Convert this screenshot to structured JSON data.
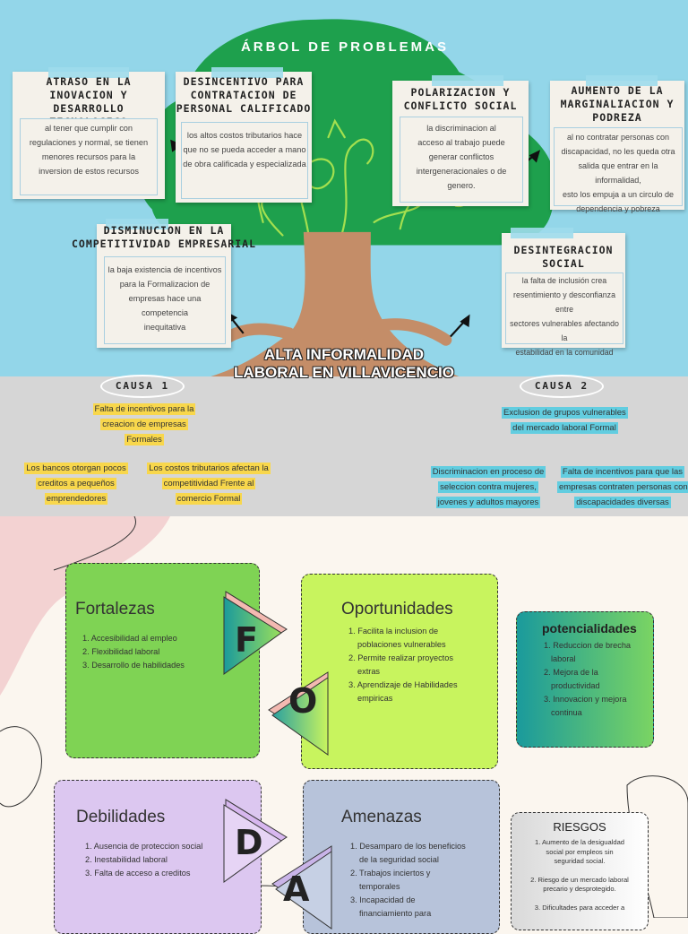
{
  "tree": {
    "title": "ÁRBOL DE PROBLEMAS",
    "headline_line1": "ALTA INFORMALIDAD",
    "headline_line2": "LABORAL EN VILLAVICENCIO",
    "notes": [
      {
        "heading": "ATRASO EN LA INOVACION Y DESARROLLO TECNOLOGICO",
        "lines": [
          "al tener que cumplir con",
          "regulaciones y normal, se tienen",
          "menores recursos para la",
          "inversion de estos recursos"
        ]
      },
      {
        "heading": "DESINCENTIVO PARA CONTRATACION DE PERSONAL CALIFICADO",
        "lines": [
          "los altos costos tributarios hace",
          "que no se pueda acceder a mano",
          "de obra calificada y especializada"
        ]
      },
      {
        "heading": "DISMINUCION EN LA COMPETITIVIDAD EMPRESARIAL",
        "lines": [
          "la baja existencia de incentivos",
          "para la Formalizacion de",
          "empresas hace una competencia",
          "inequitativa"
        ]
      },
      {
        "heading": "POLARIZACION Y CONFLICTO SOCIAL",
        "lines": [
          "la discriminacion al",
          "acceso al trabajo puede",
          "generar conflictos",
          "intergeneracionales o de",
          "genero."
        ]
      },
      {
        "heading": "AUMENTO DE LA MARGINALIACION Y PODREZA",
        "lines": [
          "al no contratar personas con",
          "discapacidad, no les queda otra",
          "salida que entrar en la informalidad,",
          "esto los empuja a un circulo de",
          "dependencia y pobreza"
        ]
      },
      {
        "heading": "DESINTEGRACION SOCIAL",
        "lines": [
          "la falta de inclusión crea",
          "resentimiento y desconfianza entre",
          "sectores vulnerables afectando la",
          "estabilidad en la comunidad"
        ]
      }
    ],
    "causa1": {
      "label": "CAUSA 1",
      "main": "Falta de incentivos para la creacion de empresas Formales",
      "sub1": "Los bancos otorgan pocos creditos a pequeños emprendedores",
      "sub2": "Los costos tributarios afectan la competitividad Frente al comercio Formal"
    },
    "causa2": {
      "label": "CAUSA 2",
      "main": "Exclusion de grupos vulnerables del mercado laboral Formal",
      "sub1": "Discriminacion en proceso de seleccion contra mujeres, jovenes y adultos mayores",
      "sub2": "Falta de incentivos para que las empresas contraten personas con discapacidades diversas"
    }
  },
  "foda": {
    "letters": {
      "f": "F",
      "o": "O",
      "d": "D",
      "a": "A"
    },
    "fortalezas": {
      "title": "Fortalezas",
      "items": [
        "1.  Accesibilidad al empleo",
        "2.  Flexibilidad laboral",
        "3. Desarrollo de habilidades"
      ]
    },
    "oportunidades": {
      "title": "Oportunidades",
      "items": [
        "1.   Facilita la inclusion de",
        "poblaciones vulnerables",
        "2. Permite realizar proyectos",
        "extras",
        "3. Aprendizaje de Habilidades",
        "empiricas"
      ]
    },
    "potencialidades": {
      "title": "potencialidades",
      "items": [
        "1.  Reduccion de brecha",
        "laboral",
        "2. Mejora de la",
        "productividad",
        "3. Innovacion y mejora",
        "continua"
      ]
    },
    "debilidades": {
      "title": "Debilidades",
      "items": [
        "1.  Ausencia de proteccion social",
        "2.  Inestabilidad laboral",
        "3. Falta de acceso a creditos"
      ]
    },
    "amenazas": {
      "title": "Amenazas",
      "items": [
        "1. Desamparo de los beneficios",
        "de la seguridad social",
        "2. Trabajos inciertos y",
        "temporales",
        "3. Incapacidad de",
        "financiamiento para"
      ]
    },
    "riesgos": {
      "title": "RIESGOS",
      "items": [
        "1.   Aumento de la desigualdad",
        "social por empleos sin",
        "seguridad social.",
        "",
        "2. Riesgo de un mercado laboral",
        "precario y desprotegido.",
        "",
        "3. Dificultades para acceder a"
      ]
    }
  },
  "colors": {
    "sky": "#93d6e9",
    "tree": "#1ea04d",
    "trunk": "#c48d68",
    "green_box": "#7fd354",
    "lime_box": "#c8f45e",
    "lilac_box": "#dcc7f0",
    "slate_box": "#b7c3da"
  }
}
